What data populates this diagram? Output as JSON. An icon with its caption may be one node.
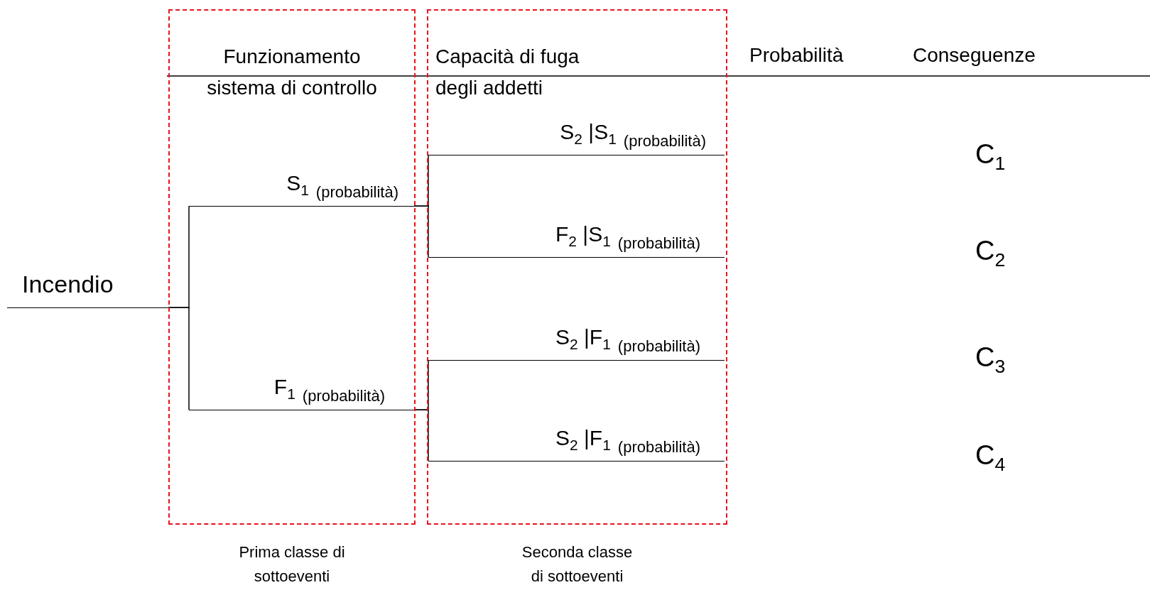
{
  "diagram": {
    "nodes": [
      {
        "text": [
          "Funzionamento sistema di controllo"
        ],
        "beside": [
          "Prima classe di sottoeventi"
        ]
      },
      {
        "text": [
          "Capacità di fuga degli addetti"
        ],
        "beside": [
          "Seconda classe di sottoeventi"
        ]
      },
      {
        "text": [
          "Incendio"
        ]
      },
      {
        "text": [
          "S$_{1}$",
          "(probabilità)"
        ],
        "in": 0
      },
      {
        "text": [
          "F$_{1}$",
          "(probabilità)"
        ],
        "in": 0
      },
      {
        "text": [
          "S$_{2}$ |S$_{1}$",
          "(probabilità)"
        ],
        "in": 1
      },
      {
        "text": [
          "F$_{2}$ |S$_{1}$",
          "(probabilità)"
        ],
        "in": 1
      },
      {
        "text": [
          "S$_{2}$ |F$_{1}$",
          "(probabilità)"
        ],
        "in": 1
      },
      {
        "text": [
          "S$_{2}$ |F$_{1}$",
          "(probabilità)"
        ],
        "in": 1
      }
    ],
    "edges": [
      {
        "from": 2,
        "to": 3,
        "arrow": "none"
      },
      {
        "from": 2,
        "to": 4,
        "arrow": "none"
      },
      {
        "from": 3,
        "to": 5,
        "arrow": "none"
      },
      {
        "from": 3,
        "to": 6,
        "arrow": "none"
      },
      {
        "from": 4,
        "to": 7,
        "arrow": "none"
      },
      {
        "from": 4,
        "to": 8,
        "arrow": "none"
      }
    ],
    "labels": [
      "Probabilità",
      "Conseguenze",
      "C$_{1}$",
      "C$_{2}$",
      "C$_{3}$",
      "C$_{4}$"
    ]
  }
}
